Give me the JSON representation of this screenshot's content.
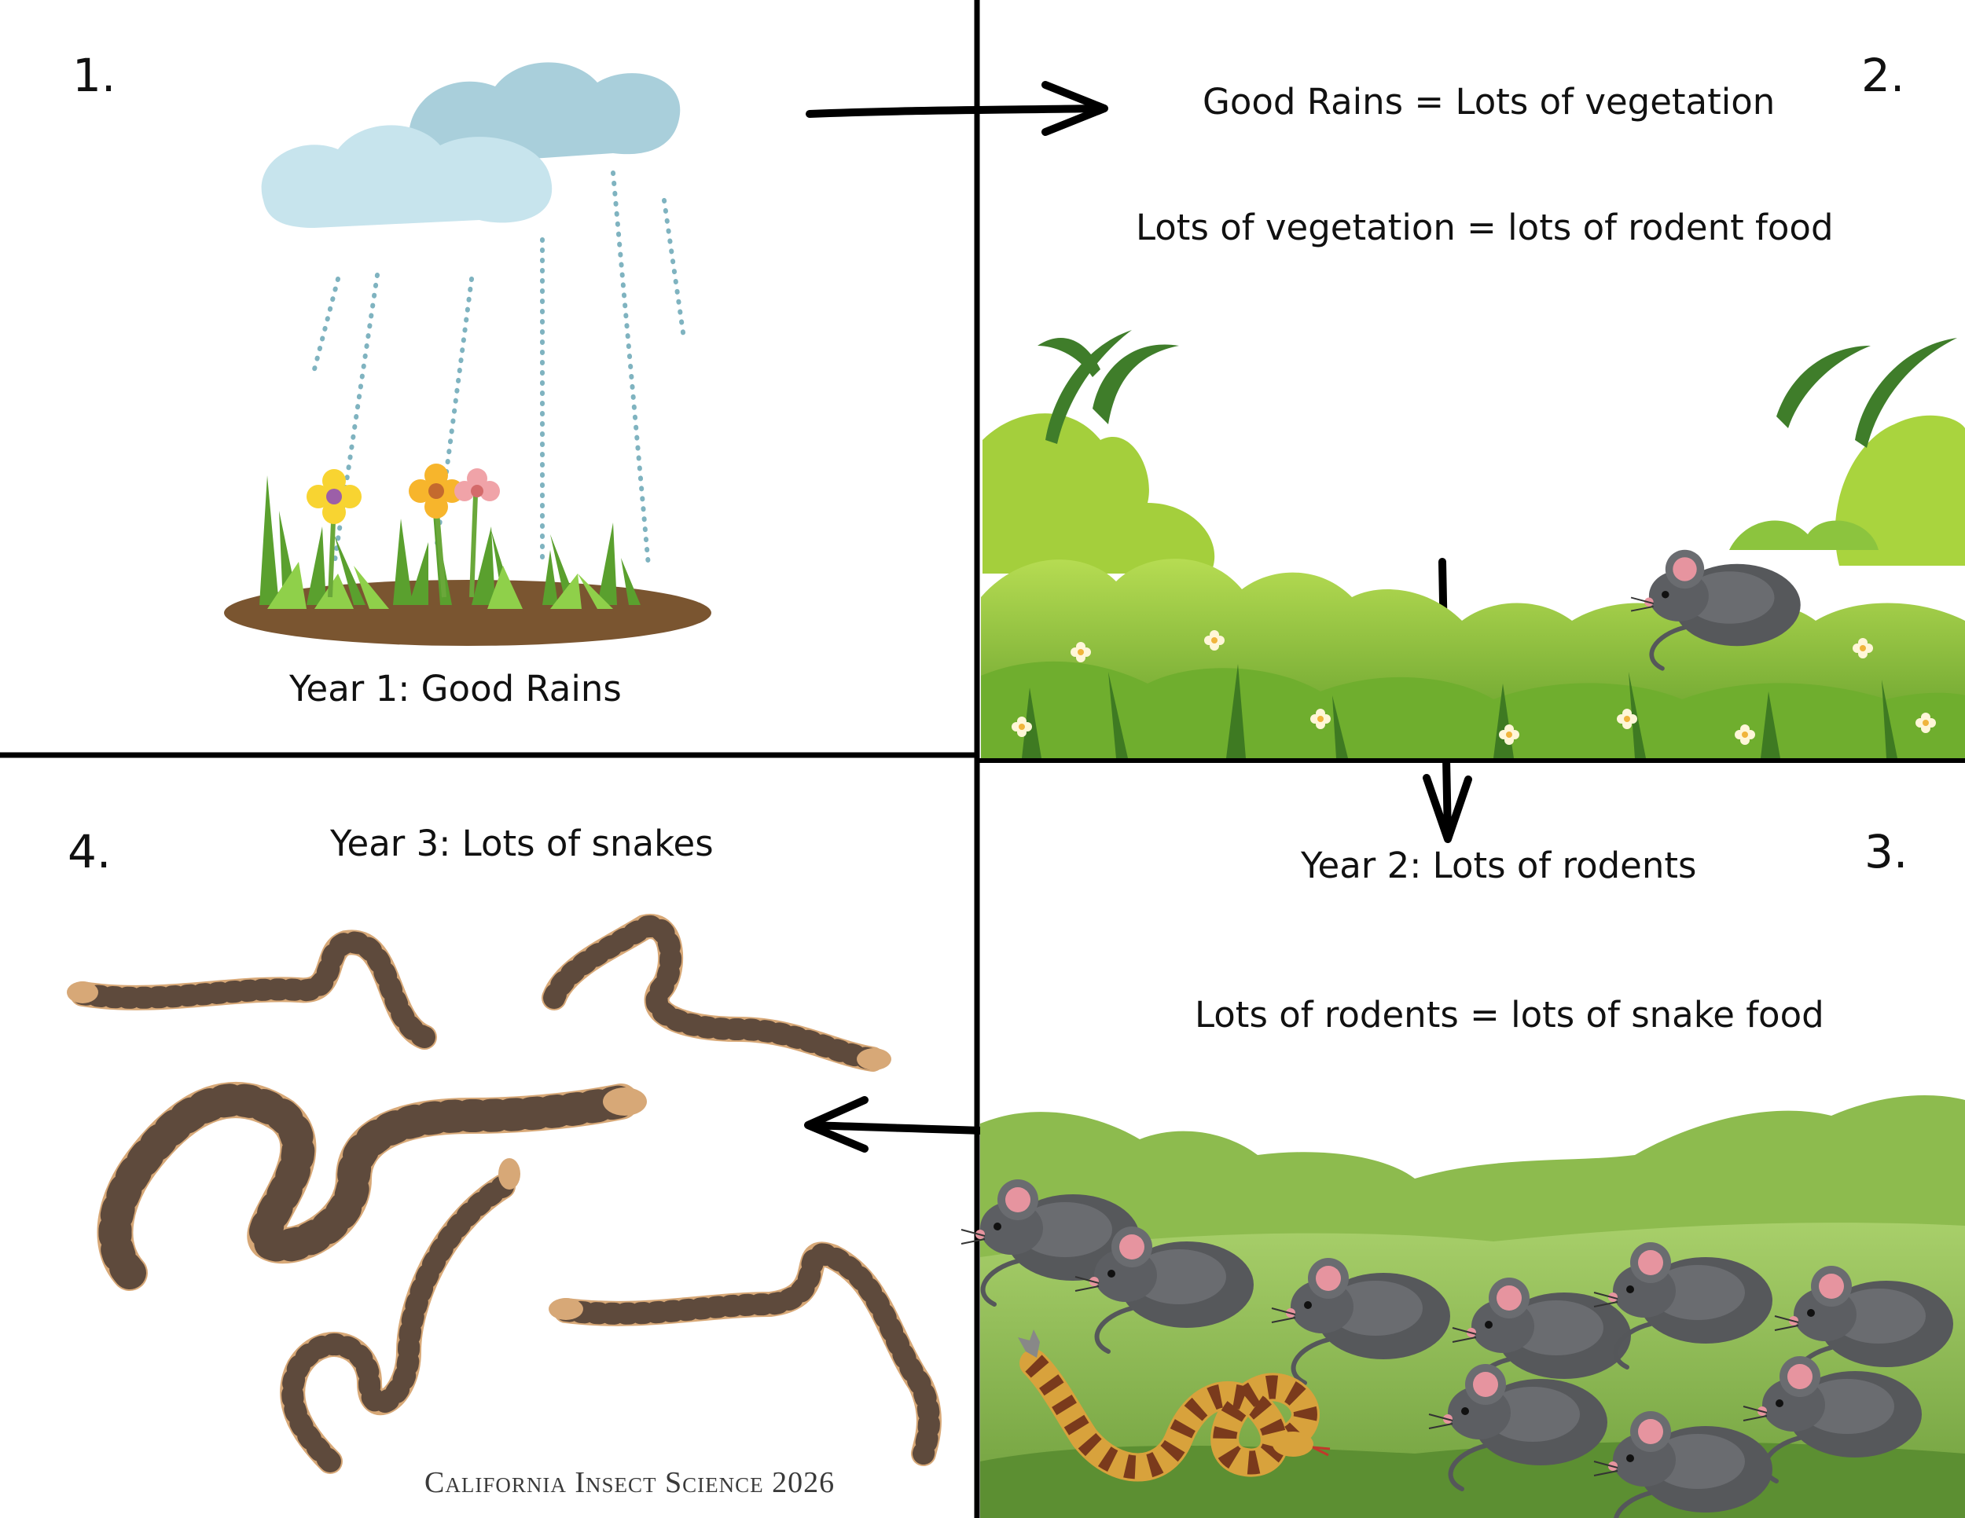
{
  "panels": [
    {
      "number": "1.",
      "texts": [
        "Year 1: Good Rains"
      ]
    },
    {
      "number": "2.",
      "texts": [
        "Good Rains = Lots of vegetation",
        "Lots of vegetation = lots of rodent food"
      ]
    },
    {
      "number": "3.",
      "texts": [
        "Year 2: Lots of rodents",
        "Lots of rodents = lots of snake food"
      ]
    },
    {
      "number": "4.",
      "texts": [
        "Year 3: Lots of snakes"
      ]
    }
  ],
  "credit": "California Insect Science 2026",
  "colors": {
    "divider": "#000000",
    "cloud": "#bfe0ea",
    "rain": "#7fb3c0",
    "soil": "#7a5530",
    "grass": "#6aa83a",
    "bush": "#8cc43e",
    "rodent": "#555558",
    "rodent_ear": "#e08a9a",
    "snake_light": "#d7a877",
    "snake_dark": "#5e4a3c"
  }
}
